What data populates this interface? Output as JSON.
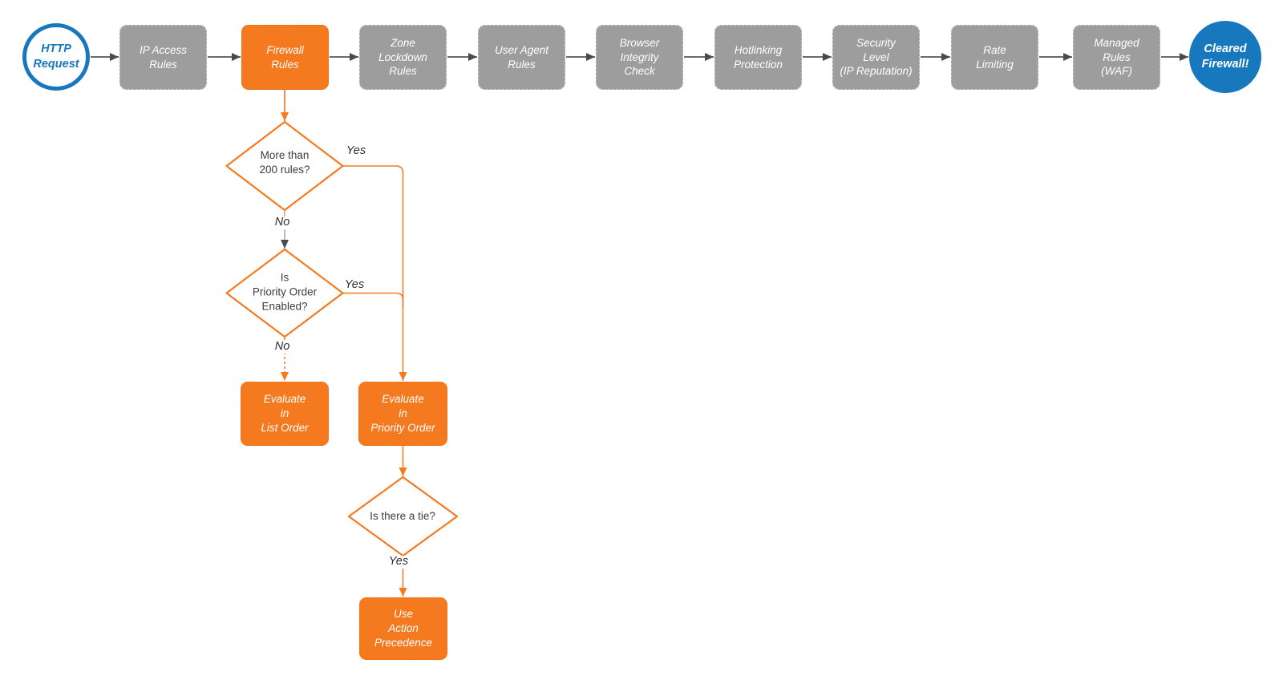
{
  "colors": {
    "accent_orange": "#f5791f",
    "step_gray": "#9d9d9d",
    "brand_blue": "#1778be",
    "arrow_gray": "#55565a"
  },
  "pipeline": [
    {
      "id": "http-request",
      "label": "HTTP\nRequest"
    },
    {
      "id": "ip-access-rules",
      "label": "IP Access\nRules"
    },
    {
      "id": "firewall-rules",
      "label": "Firewall\nRules"
    },
    {
      "id": "zone-lockdown-rules",
      "label": "Zone\nLockdown\nRules"
    },
    {
      "id": "user-agent-rules",
      "label": "User Agent\nRules"
    },
    {
      "id": "browser-integrity-check",
      "label": "Browser\nIntegrity\nCheck"
    },
    {
      "id": "hotlinking-protection",
      "label": "Hotlinking\nProtection"
    },
    {
      "id": "security-level",
      "label": "Security\nLevel\n(IP Reputation)"
    },
    {
      "id": "rate-limiting",
      "label": "Rate\nLimiting"
    },
    {
      "id": "managed-rules-waf",
      "label": "Managed\nRules\n(WAF)"
    },
    {
      "id": "cleared-firewall",
      "label": "Cleared\nFirewall!"
    }
  ],
  "decisions": {
    "more_than_200": {
      "label": "More than\n200 rules?"
    },
    "priority_enabled": {
      "label": "Is\nPriority Order\nEnabled?"
    },
    "tie": {
      "label": "Is there a tie?"
    }
  },
  "actions": {
    "list_order": {
      "label": "Evaluate\nin\nList Order"
    },
    "priority_order": {
      "label": "Evaluate\nin\nPriority Order"
    },
    "action_precedence": {
      "label": "Use\nAction\nPrecedence"
    }
  },
  "edge_labels": {
    "yes1": "Yes",
    "no1": "No",
    "yes2": "Yes",
    "no2": "No",
    "yes3": "Yes"
  }
}
